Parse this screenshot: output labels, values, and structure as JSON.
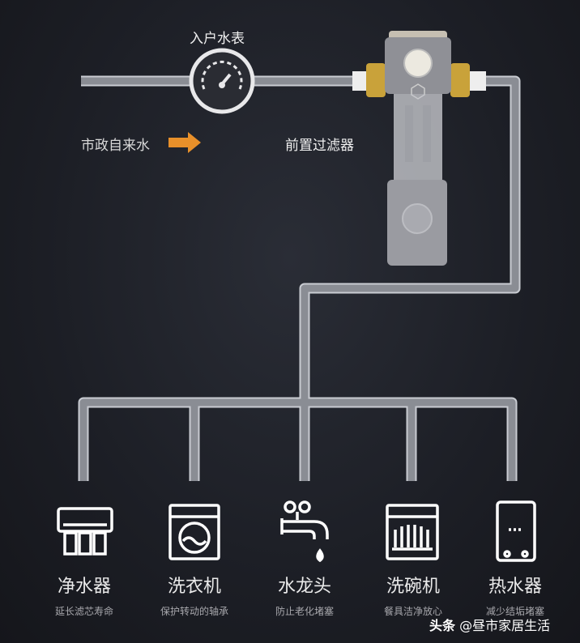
{
  "labels": {
    "meter": "入户水表",
    "source": "市政自来水",
    "filter": "前置过滤器"
  },
  "appliances": [
    {
      "name": "净水器",
      "desc": "延长滤芯寿命",
      "icon": "water-purifier-icon"
    },
    {
      "name": "洗衣机",
      "desc": "保护转动的轴承",
      "icon": "washing-machine-icon"
    },
    {
      "name": "水龙头",
      "desc": "防止老化堵塞",
      "icon": "faucet-icon"
    },
    {
      "name": "洗碗机",
      "desc": "餐具洁净放心",
      "icon": "dishwasher-icon"
    },
    {
      "name": "热水器",
      "desc": "减少结垢堵塞",
      "icon": "water-heater-icon"
    }
  ],
  "watermark": {
    "brand": "头条",
    "account": "@昼市家居生活"
  },
  "colors": {
    "pipe": "#8d9097",
    "arrow": "#e8902a",
    "background": "#1e2027"
  }
}
